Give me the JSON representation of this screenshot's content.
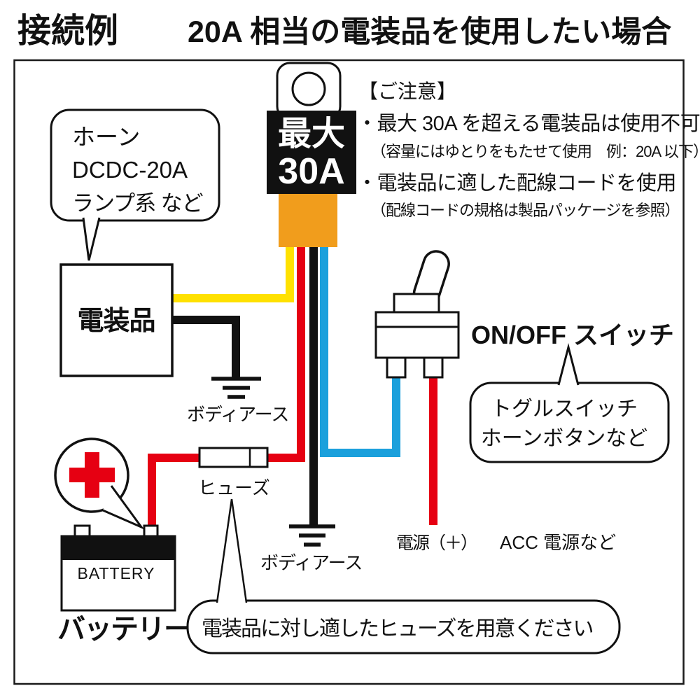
{
  "header": {
    "section_label": "接続例",
    "title": "20A 相当の電装品を使用したい場合"
  },
  "notes": {
    "heading": "【ご注意】",
    "items": [
      {
        "text": "・最大 30A を超える電装品は使用不可",
        "note": "（容量にはゆとりをもたせて使用　例：20A 以下）"
      },
      {
        "text": "・電装品に適した配線コードを使用",
        "note": "（配線コードの規格は製品パッケージを参照）"
      }
    ]
  },
  "fuse_holder": {
    "line1": "最大",
    "line2": "30A"
  },
  "callouts": {
    "accessory": {
      "lines": [
        "ホーン",
        "DCDC-20A",
        "ランプ系  など"
      ]
    },
    "switch": {
      "lines": [
        "トグルスイッチ",
        "ホーンボタンなど"
      ]
    },
    "fuse": {
      "text": "電装品に対し適したヒューズを用意ください"
    }
  },
  "labels": {
    "accessory_box": "電装品",
    "body_ground_top": "ボディアース",
    "body_ground_bottom": "ボディアース",
    "fuse": "ヒューズ",
    "switch": "ON/OFF スイッチ",
    "power_plus": "電源（＋）",
    "acc_power": "ACC 電源など",
    "battery_en": "BATTERY",
    "battery_ja": "バッテリー"
  },
  "colors": {
    "wire_yellow": "#FFE100",
    "wire_red": "#E60012",
    "wire_black": "#111111",
    "wire_blue": "#1BA0DC",
    "holder_orange": "#F19D1C",
    "plus_red": "#E60012"
  }
}
